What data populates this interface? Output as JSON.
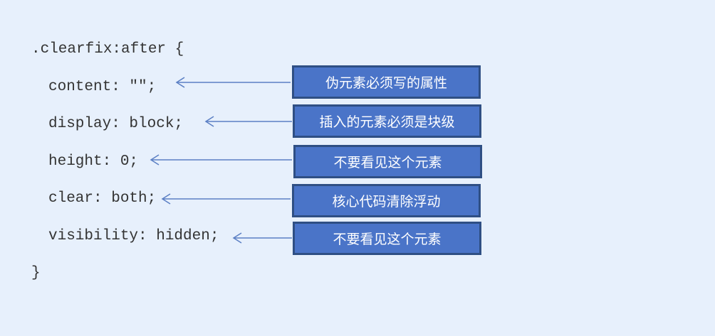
{
  "code": {
    "selector": ".clearfix:after {",
    "lines": [
      "content: \"\";",
      "display: block;",
      "height: 0;",
      "clear: both;",
      "visibility: hidden;"
    ],
    "closing": "}"
  },
  "annotations": [
    "伪元素必须写的属性",
    "插入的元素必须是块级",
    "不要看见这个元素",
    "核心代码清除浮动",
    "不要看见这个元素"
  ],
  "colors": {
    "background": "#e7f0fc",
    "box_fill": "#4a74c8",
    "box_border": "#2f4f84",
    "arrow": "#5b7fc4",
    "code_text": "#333333"
  }
}
